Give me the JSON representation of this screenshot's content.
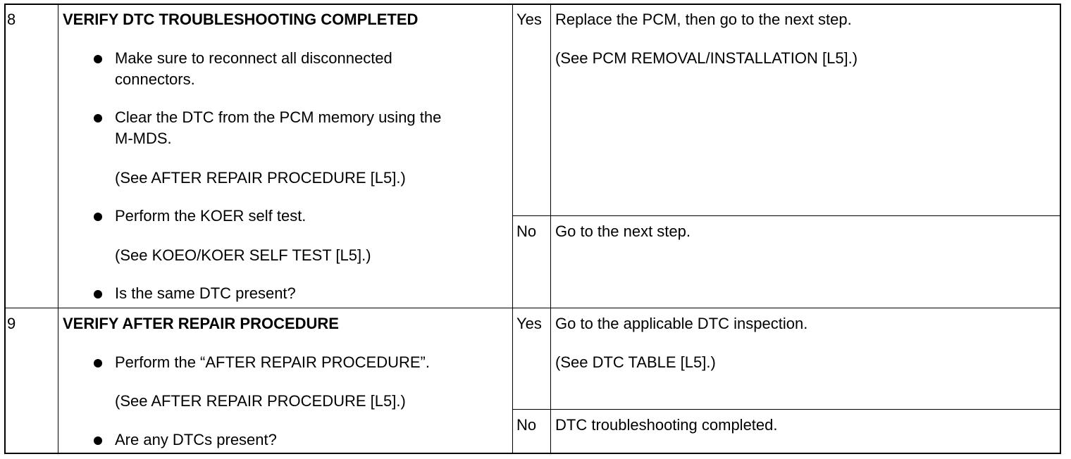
{
  "rows": [
    {
      "step": "8",
      "title": "VERIFY DTC TROUBLESHOOTING COMPLETED",
      "instructions": [
        {
          "type": "bullet",
          "lines": [
            "Make sure to reconnect all disconnected",
            "connectors."
          ]
        },
        {
          "type": "bullet",
          "lines": [
            "Clear the DTC from the PCM memory using the",
            "M-MDS."
          ]
        },
        {
          "type": "note",
          "text": "(See AFTER REPAIR PROCEDURE [L5].)"
        },
        {
          "type": "bullet",
          "lines": [
            "Perform the KOER self test."
          ]
        },
        {
          "type": "note",
          "text": "(See KOEO/KOER SELF TEST [L5].)"
        },
        {
          "type": "bullet",
          "lines": [
            "Is the same DTC present?"
          ]
        }
      ],
      "results": [
        {
          "answer": "Yes",
          "actions": [
            "Replace the PCM, then go to the next step.",
            "(See PCM REMOVAL/INSTALLATION [L5].)"
          ]
        },
        {
          "answer": "No",
          "actions": [
            "Go to the next step."
          ]
        }
      ]
    },
    {
      "step": "9",
      "title": "VERIFY AFTER REPAIR PROCEDURE",
      "instructions": [
        {
          "type": "bullet",
          "lines": [
            "Perform the “AFTER REPAIR PROCEDURE”."
          ]
        },
        {
          "type": "note",
          "text": "(See AFTER REPAIR PROCEDURE [L5].)"
        },
        {
          "type": "bullet",
          "lines": [
            "Are any DTCs present?"
          ]
        }
      ],
      "results": [
        {
          "answer": "Yes",
          "actions": [
            "Go to the applicable DTC inspection.",
            "(See DTC TABLE [L5].)"
          ]
        },
        {
          "answer": "No",
          "actions": [
            "DTC troubleshooting completed."
          ]
        }
      ]
    }
  ]
}
